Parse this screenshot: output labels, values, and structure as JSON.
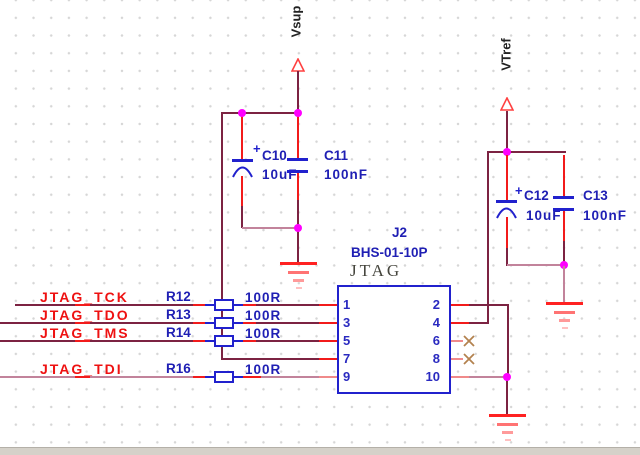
{
  "supplies": {
    "vsup": "Vsup",
    "vtref": "VTref"
  },
  "nets": [
    {
      "label": "JTAG_TCK",
      "ref": "R12",
      "value": "100R"
    },
    {
      "label": "JTAG_TDO",
      "ref": "R13",
      "value": "100R"
    },
    {
      "label": "JTAG_TMS",
      "ref": "R14",
      "value": "100R"
    },
    {
      "label": "JTAG_TDI",
      "ref": "R16",
      "value": "100R"
    }
  ],
  "capacitors": [
    {
      "ref": "C10",
      "value": "10uF",
      "polarity": "+"
    },
    {
      "ref": "C11",
      "value": "100nF"
    },
    {
      "ref": "C12",
      "value": "10uF",
      "polarity": "+"
    },
    {
      "ref": "C13",
      "value": "100nF"
    }
  ],
  "connector": {
    "refdes": "J2",
    "part": "BHS-01-10P",
    "name": "JTAG",
    "left_pins": [
      "1",
      "3",
      "5",
      "7",
      "9"
    ],
    "right_pins": [
      "2",
      "4",
      "6",
      "8",
      "10"
    ]
  },
  "colors": {
    "wire": "#7c2342",
    "highlight_wire": "#c2839b",
    "pin": "#f21b1b",
    "symbol": "#2121cd",
    "net_label": "#ee1111",
    "junction": "#ff00ff",
    "no_connect": "#b3824e",
    "ground": "#ff2222",
    "supply_arrow": "#ff4040"
  }
}
